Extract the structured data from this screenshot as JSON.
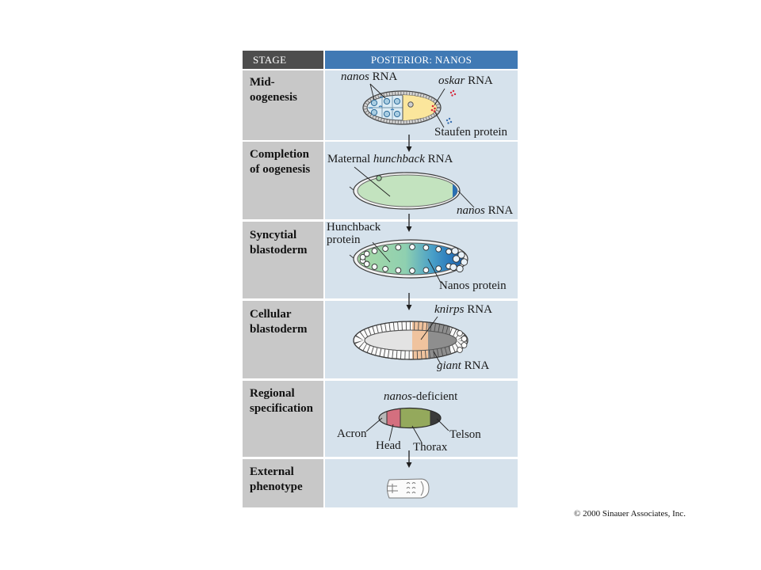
{
  "figure": {
    "header": {
      "stage": "STAGE",
      "title": "POSTERIOR: NANOS"
    },
    "rows": [
      {
        "stage_lines": [
          "Mid-",
          "oogenesis"
        ]
      },
      {
        "stage_lines": [
          "Completion",
          "of oogenesis"
        ]
      },
      {
        "stage_lines": [
          "Syncytial",
          "blastoderm"
        ]
      },
      {
        "stage_lines": [
          "Cellular",
          "blastoderm"
        ]
      },
      {
        "stage_lines": [
          "Regional",
          "specification"
        ]
      },
      {
        "stage_lines": [
          "External",
          "phenotype"
        ]
      }
    ],
    "labels": {
      "nanos_rna_1": {
        "italic": "nanos",
        "rest": " RNA"
      },
      "oskar_rna": {
        "italic": "oskar",
        "rest": " RNA"
      },
      "staufen_protein": "Staufen protein",
      "maternal_hunchback_rna": {
        "pre": "Maternal ",
        "italic": "hunchback",
        "rest": " RNA"
      },
      "nanos_rna_2": {
        "italic": "nanos",
        "rest": " RNA"
      },
      "hunchback_protein": [
        "Hunchback",
        "protein"
      ],
      "nanos_protein": "Nanos protein",
      "knirps_rna": {
        "italic": "knirps",
        "rest": " RNA"
      },
      "giant_rna": {
        "italic": "giant",
        "rest": " RNA"
      },
      "nanos_deficient": {
        "italic": "nanos",
        "rest": "-deficient"
      },
      "acron": "Acron",
      "head": "Head",
      "thorax": "Thorax",
      "telson": "Telson"
    }
  },
  "copyright": "© 2000 Sinauer Associates, Inc.",
  "colors": {
    "header_stage_bg": "#4d4d4d",
    "header_title_bg": "#4079b4",
    "stage_cell_bg": "#c8c8c8",
    "content_cell_bg": "#d6e2ec",
    "oocyte": "#fbe69c",
    "hunchback": "#c3e3bf",
    "nanos": "#2a6fb2",
    "oskar": "#d62a3c",
    "staufen": "#3a6fb0",
    "knirps": "#f0c39e",
    "giant": "#8e8e8e",
    "acron": "#b8b8b8",
    "head": "#d46f7f",
    "thorax": "#94a95c",
    "telson": "#3a3a3a"
  }
}
